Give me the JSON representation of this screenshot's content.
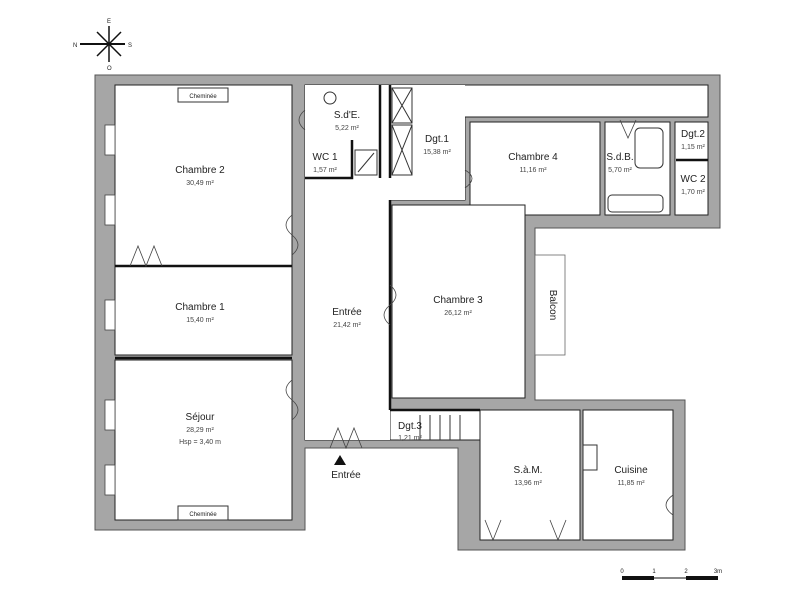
{
  "compass": {
    "north": "N",
    "east": "E",
    "south": "S",
    "west": "O"
  },
  "rooms": [
    {
      "name": "Chambre 2",
      "area": "30,49 m²"
    },
    {
      "name": "Chambre 1",
      "area": "15,40 m²"
    },
    {
      "name": "Séjour",
      "area": "28,29 m²",
      "note": "Hsp = 3,40 m"
    },
    {
      "name": "S.d'E.",
      "area": "5,22 m²"
    },
    {
      "name": "WC 1",
      "area": "1,57 m²"
    },
    {
      "name": "Dgt.1",
      "area": "15,38 m²"
    },
    {
      "name": "Chambre 4",
      "area": "11,16 m²"
    },
    {
      "name": "S.d.B.",
      "area": "5,70 m²"
    },
    {
      "name": "Dgt.2",
      "area": "1,15 m²"
    },
    {
      "name": "WC 2",
      "area": "1,70 m²"
    },
    {
      "name": "Entrée",
      "area": "21,42 m²"
    },
    {
      "name": "Chambre 3",
      "area": "26,12 m²"
    },
    {
      "name": "Dgt.3",
      "area": "1,21 m²"
    },
    {
      "name": "S.à.M.",
      "area": "13,96 m²"
    },
    {
      "name": "Cuisine",
      "area": "11,85 m²"
    }
  ],
  "labels": {
    "cheminee": "Cheminée",
    "balcon": "Balcon",
    "entrance": "Entrée"
  },
  "scale": {
    "ticks": [
      "0",
      "1",
      "2",
      "3m"
    ]
  },
  "colors": {
    "wall": "#a6a6a6",
    "line": "#111111"
  }
}
